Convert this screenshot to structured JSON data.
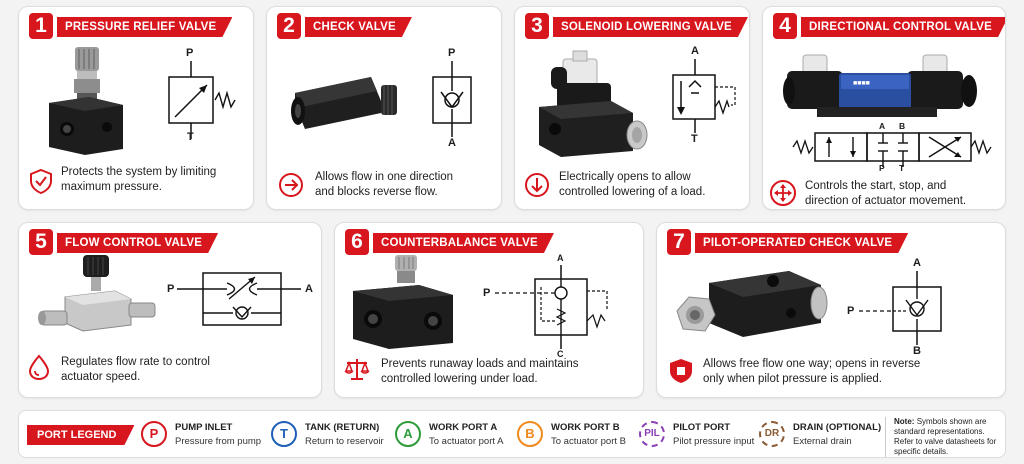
{
  "colors": {
    "accent": "#d8161d",
    "pump": "#d8161d",
    "tank": "#1f5fb8",
    "work_a": "#2e9b3a",
    "work_b": "#f08a1c",
    "pilot": "#8b3fb5",
    "drain": "#8a5a32"
  },
  "valves": [
    {
      "number": "1",
      "title": "PRESSURE RELIEF VALVE",
      "icon": "shield-check-icon",
      "desc1": "Protects the system by limiting",
      "desc2": "maximum pressure.",
      "port_top": "P",
      "port_bottom": "T"
    },
    {
      "number": "2",
      "title": "CHECK VALVE",
      "icon": "arrow-right-circle-icon",
      "desc1": "Allows flow in one direction",
      "desc2": "and blocks reverse flow.",
      "port_top": "P",
      "port_bottom": "A"
    },
    {
      "number": "3",
      "title": "SOLENOID LOWERING VALVE",
      "icon": "arrow-down-circle-icon",
      "desc1": "Electrically opens to allow",
      "desc2": "controlled lowering of a load.",
      "port_top": "A",
      "port_bottom": "T"
    },
    {
      "number": "4",
      "title": "DIRECTIONAL CONTROL VALVE",
      "icon": "move-arrows-icon",
      "desc1": "Controls the start, stop, and",
      "desc2": "direction of actuator movement.",
      "port_a": "A",
      "port_b": "B",
      "port_p": "P",
      "port_t": "T"
    },
    {
      "number": "5",
      "title": "FLOW CONTROL VALVE",
      "icon": "droplet-icon",
      "desc1": "Regulates flow rate to control",
      "desc2": "actuator speed.",
      "port_left": "P",
      "port_right": "A"
    },
    {
      "number": "6",
      "title": "COUNTERBALANCE VALVE",
      "icon": "scale-icon",
      "desc1": "Prevents runaway loads and maintains",
      "desc2": "controlled lowering under load.",
      "port_top": "A",
      "port_left": "P",
      "port_bottom": "C"
    },
    {
      "number": "7",
      "title": "PILOT-OPERATED CHECK VALVE",
      "icon": "shield-stop-icon",
      "desc1": "Allows free flow one way; opens in reverse",
      "desc2": "only when pilot pressure is applied.",
      "port_top": "A",
      "port_left": "P",
      "port_bottom": "B"
    }
  ],
  "legend": {
    "label": "PORT LEGEND",
    "items": [
      {
        "symbol": "P",
        "title": "PUMP INLET",
        "sub": "Pressure from pump"
      },
      {
        "symbol": "T",
        "title": "TANK (RETURN)",
        "sub": "Return to reservoir"
      },
      {
        "symbol": "A",
        "title": "WORK PORT A",
        "sub": "To actuator port A"
      },
      {
        "symbol": "B",
        "title": "WORK PORT B",
        "sub": "To actuator port B"
      },
      {
        "symbol": "PIL",
        "title": "PILOT PORT",
        "sub": "Pilot pressure input"
      },
      {
        "symbol": "DR",
        "title": "DRAIN (OPTIONAL)",
        "sub": "External drain"
      }
    ],
    "note_bold": "Note:",
    "note_text": "Symbols shown are standard representations. Refer to valve datasheets for specific details."
  }
}
